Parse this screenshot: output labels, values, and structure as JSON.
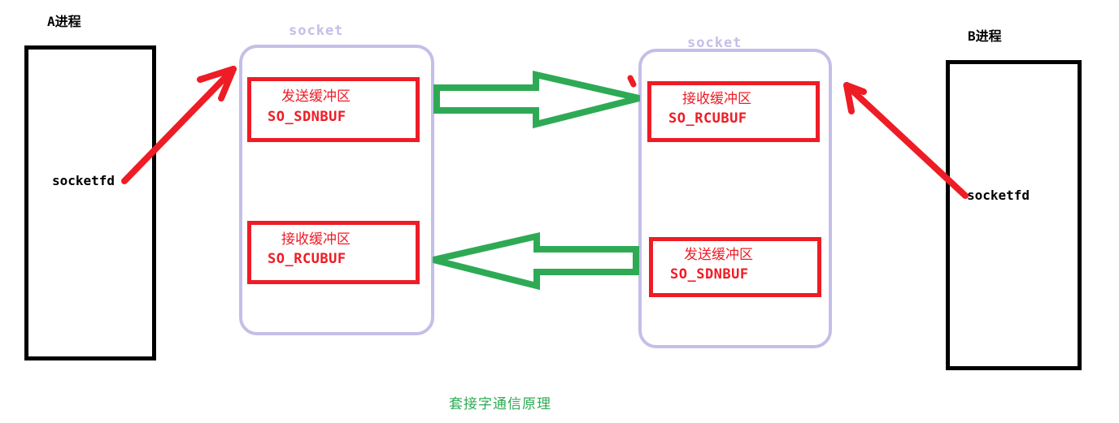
{
  "diagram": {
    "caption": "套接字通信原理",
    "caption_color": "#2eaa55",
    "colors": {
      "process_border": "#000000",
      "socket_border": "#c3bfe8",
      "socket_label": "#c3bfe8",
      "buffer_border": "#ee1c25",
      "buffer_text": "#ee1c25",
      "arrow_red": "#ee1c25",
      "arrow_green": "#2eaa55",
      "background": "#ffffff"
    }
  },
  "processes": [
    {
      "id": "process-a",
      "label": "A进程",
      "fd_label": "socketfd"
    },
    {
      "id": "process-b",
      "label": "B进程",
      "fd_label": "socketfd"
    }
  ],
  "sockets": [
    {
      "id": "socket-left",
      "label": "socket",
      "buffers": [
        {
          "id": "send-buffer-left",
          "cn": "发送缓冲区",
          "en": "SO_SDNBUF"
        },
        {
          "id": "recv-buffer-left",
          "cn": "接收缓冲区",
          "en": "SO_RCUBUF"
        }
      ]
    },
    {
      "id": "socket-right",
      "label": "socket",
      "buffers": [
        {
          "id": "recv-buffer-right",
          "cn": "接收缓冲区",
          "en": "SO_RCUBUF"
        },
        {
          "id": "send-buffer-right",
          "cn": "发送缓冲区",
          "en": "SO_SDNBUF"
        }
      ]
    }
  ],
  "flows": [
    {
      "id": "flow-left-to-right",
      "direction": "right",
      "color": "#2eaa55"
    },
    {
      "id": "flow-right-to-left",
      "direction": "left",
      "color": "#2eaa55"
    }
  ],
  "pointers": [
    {
      "id": "pointer-a-to-socket",
      "from": "process-a.socketfd",
      "to": "socket-left",
      "color": "#ee1c25"
    },
    {
      "id": "pointer-b-to-socket",
      "from": "process-b.socketfd",
      "to": "socket-right",
      "color": "#ee1c25"
    }
  ]
}
